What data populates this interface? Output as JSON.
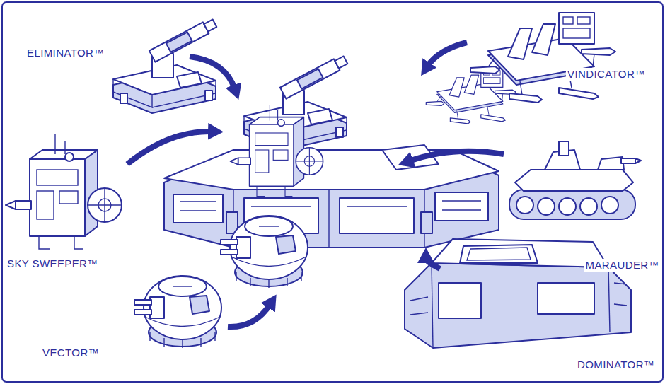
{
  "diagram": {
    "labels": [
      "ELIMINATOR™",
      "VINDICATOR™",
      "SKY SWEEPER™",
      "MARAUDER™",
      "VECTOR™",
      "DOMINATOR™"
    ]
  }
}
